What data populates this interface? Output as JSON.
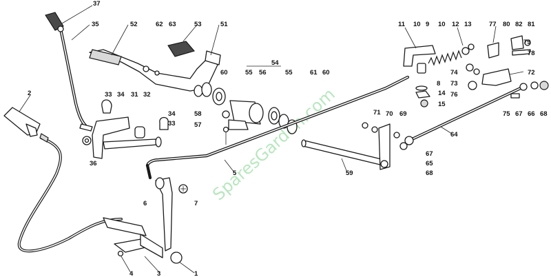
{
  "watermark": "SparesGarden.com",
  "callouts": {
    "n37": "37",
    "n35": "35",
    "n52": "52",
    "n62": "62",
    "n63": "63",
    "n53": "53",
    "n51": "51",
    "n2": "2",
    "n33a": "33",
    "n34a": "34",
    "n31": "31",
    "n32": "32",
    "n60a": "60",
    "n54": "54",
    "n55a": "55",
    "n56": "56",
    "n55b": "55",
    "n61": "61",
    "n60b": "60",
    "n58": "58",
    "n57": "57",
    "n34b": "34",
    "n33b": "33",
    "n36": "36",
    "n11": "11",
    "n10a": "10",
    "n9": "9",
    "n10b": "10",
    "n12": "12",
    "n13": "13",
    "n8": "8",
    "n14": "14",
    "n15": "15",
    "n77": "77",
    "n80": "80",
    "n82": "82",
    "n81": "81",
    "n79": "79",
    "n78": "78",
    "n74": "74",
    "n72": "72",
    "n73": "73",
    "n76": "76",
    "n71": "71",
    "n70": "70",
    "n69": "69",
    "n75": "75",
    "n67a": "67",
    "n66": "66",
    "n68a": "68",
    "n64": "64",
    "n67b": "67",
    "n65": "65",
    "n68b": "68",
    "n5": "5",
    "n59": "59",
    "n6": "6",
    "n7": "7",
    "n4": "4",
    "n3": "3",
    "n1": "1"
  }
}
